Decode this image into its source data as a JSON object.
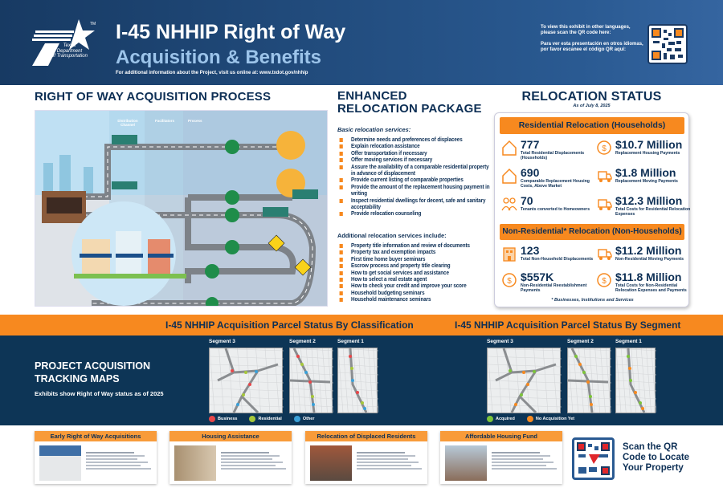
{
  "header": {
    "logo_text": [
      "Texas",
      "Department",
      "of Transportation"
    ],
    "logo_tm": "TM",
    "title": "I-45 NHHIP Right of Way",
    "subtitle": "Acquisition & Benefits",
    "info": "For additional information about the Project, visit us online at: www.txdot.gov/nhhip",
    "lang_en": "To view this exhibit in other languages, please scan the QR code here:",
    "lang_es": "Para ver esta presentación en otros idiomas, por favor escanee el código QR aquí:"
  },
  "process": {
    "title": "RIGHT OF WAY ACQUISITION PROCESS",
    "columns": [
      "Distribution Channel",
      "Facilitators",
      "Process"
    ]
  },
  "package": {
    "title_line1": "ENHANCED",
    "title_line2": "RELOCATION PACKAGE",
    "basic_head": "Basic relocation services:",
    "basic": [
      "Determine needs and preferences of displacees",
      "Explain relocation assistance",
      "Offer transportation if necessary",
      "Offer moving services if necessary",
      "Assure the availability of a comparable residential property in advance of displacement",
      "Provide current listing of comparable properties",
      "Provide the amount of the replacement housing payment in writing",
      "Inspect residential dwellings for decent, safe and sanitary acceptability",
      "Provide relocation counseling"
    ],
    "additional_head": "Additional relocation services include:",
    "additional": [
      "Property title information and review of documents",
      "Property tax and exemption impacts",
      "First time home buyer seminars",
      "Escrow process and property title clearing",
      "How to get social services and assistance",
      "How to select a real estate agent",
      "How to check your credit and improve your score",
      "Household budgeting seminars",
      "Household maintenance seminars"
    ]
  },
  "status": {
    "title": "RELOCATION STATUS",
    "asof": "As of July 8, 2025",
    "residential_head": "Residential Relocation (Households)",
    "residential": [
      {
        "icon": "house-icon",
        "value": "777",
        "label": "Total Residential Displacements (Households)"
      },
      {
        "icon": "dollar-icon",
        "value": "$10.7 Million",
        "label": "Replacement Housing Payments"
      },
      {
        "icon": "house-icon",
        "value": "690",
        "label": "Comparable Replacement Housing Costs, Above Market"
      },
      {
        "icon": "moving-truck-icon",
        "value": "$1.8 Million",
        "label": "Replacement Moving Payments"
      },
      {
        "icon": "people-icon",
        "value": "70",
        "label": "Tenants converted to Homeowners"
      },
      {
        "icon": "moving-truck-icon",
        "value": "$12.3 Million",
        "label": "Total Costs for Residential Relocation Expenses"
      }
    ],
    "nonres_head": "Non-Residential* Relocation (Non-Households)",
    "nonres": [
      {
        "icon": "building-icon",
        "value": "123",
        "label": "Total Non-Household Displacements"
      },
      {
        "icon": "moving-truck-icon",
        "value": "$11.2 Million",
        "label": "Non-Residential Moving Payments"
      },
      {
        "icon": "dollar-icon",
        "value": "$557K",
        "label": "Non-Residential Reestablishment Payments"
      },
      {
        "icon": "dollar-icon",
        "value": "$11.8 Million",
        "label": "Total Costs for Non-Residential Relocation Expenses and Payments"
      }
    ],
    "footnote": "* Businesses, Institutions and Services"
  },
  "maps": {
    "classification_title": "I-45 NHHIP Acquisition Parcel Status By Classification",
    "segment_title": "I-45 NHHIP Acquisition Parcel Status By Segment",
    "tracking_title_1": "PROJECT ACQUISITION",
    "tracking_title_2": "TRACKING MAPS",
    "tracking_sub": "Exhibits show Right of Way status as of 2025",
    "segments": [
      "Segment 3",
      "Segment 2",
      "Segment 1"
    ],
    "class_legend": [
      {
        "label": "Business",
        "color": "#e8474a"
      },
      {
        "label": "Residential",
        "color": "#a5c73a"
      },
      {
        "label": "Other",
        "color": "#3aa0d8"
      }
    ],
    "seg_legend": [
      {
        "label": "Acquired",
        "color": "#7cc43a"
      },
      {
        "label": "No Acquisition Yet",
        "color": "#f7891f"
      }
    ]
  },
  "cards": [
    {
      "title": "Early Right of Way Acquisitions"
    },
    {
      "title": "Housing Assistance"
    },
    {
      "title": "Relocation of Displaced Residents"
    },
    {
      "title": "Affordable Housing Fund"
    }
  ],
  "qr_cta": {
    "line1": "Scan the QR",
    "line2": "Code to Locate",
    "line3": "Your Property"
  },
  "colors": {
    "navy": "#0d3556",
    "orange": "#f7891f",
    "header_blue": "#2a5a92"
  }
}
